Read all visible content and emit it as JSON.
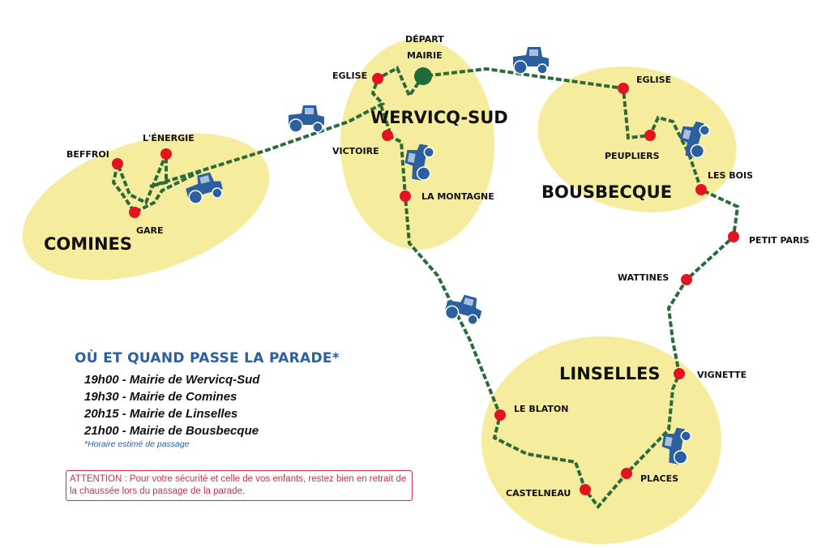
{
  "colors": {
    "zone": "#f5ec9d",
    "route": "#2d6a3a",
    "stop": "#e3141f",
    "start": "#1f6b3c",
    "tractor": "#2b5fa0",
    "warning": "#c8324a"
  },
  "towns": {
    "comines": "COMINES",
    "wervicq": "WERVICQ-SUD",
    "bousbecque": "BOUSBECQUE",
    "linselles": "LINSELLES"
  },
  "stops": {
    "depart1": "DÉPART",
    "depart2": "MAIRIE",
    "eglise_w": "EGLISE",
    "victoire": "VICTOIRE",
    "montagne": "LA MONTAGNE",
    "beffroi": "BEFFROI",
    "energie": "L'ÉNERGIE",
    "gare": "GARE",
    "eglise_b": "EGLISE",
    "peupliers": "PEUPLIERS",
    "les_bois": "LES BOIS",
    "petit_paris": "PETIT PARIS",
    "wattines": "WATTINES",
    "vignette": "VIGNETTE",
    "places": "PLACES",
    "castelneau": "CASTELNEAU",
    "blaton": "LE BLATON"
  },
  "legend": {
    "title": "OÙ ET QUAND PASSE LA PARADE*",
    "rows": [
      "19h00 - Mairie de Wervicq-Sud",
      "19h30 - Mairie de Comines",
      "20h15 - Mairie de Linselles",
      "21h00 - Mairie de Bousbecque"
    ],
    "note": "*Horaire estimé de passage"
  },
  "warning": "ATTENTION : Pour votre sécurité et celle de vos enfants, restez bien en retrait de la chaussée lors du passage de la parade."
}
